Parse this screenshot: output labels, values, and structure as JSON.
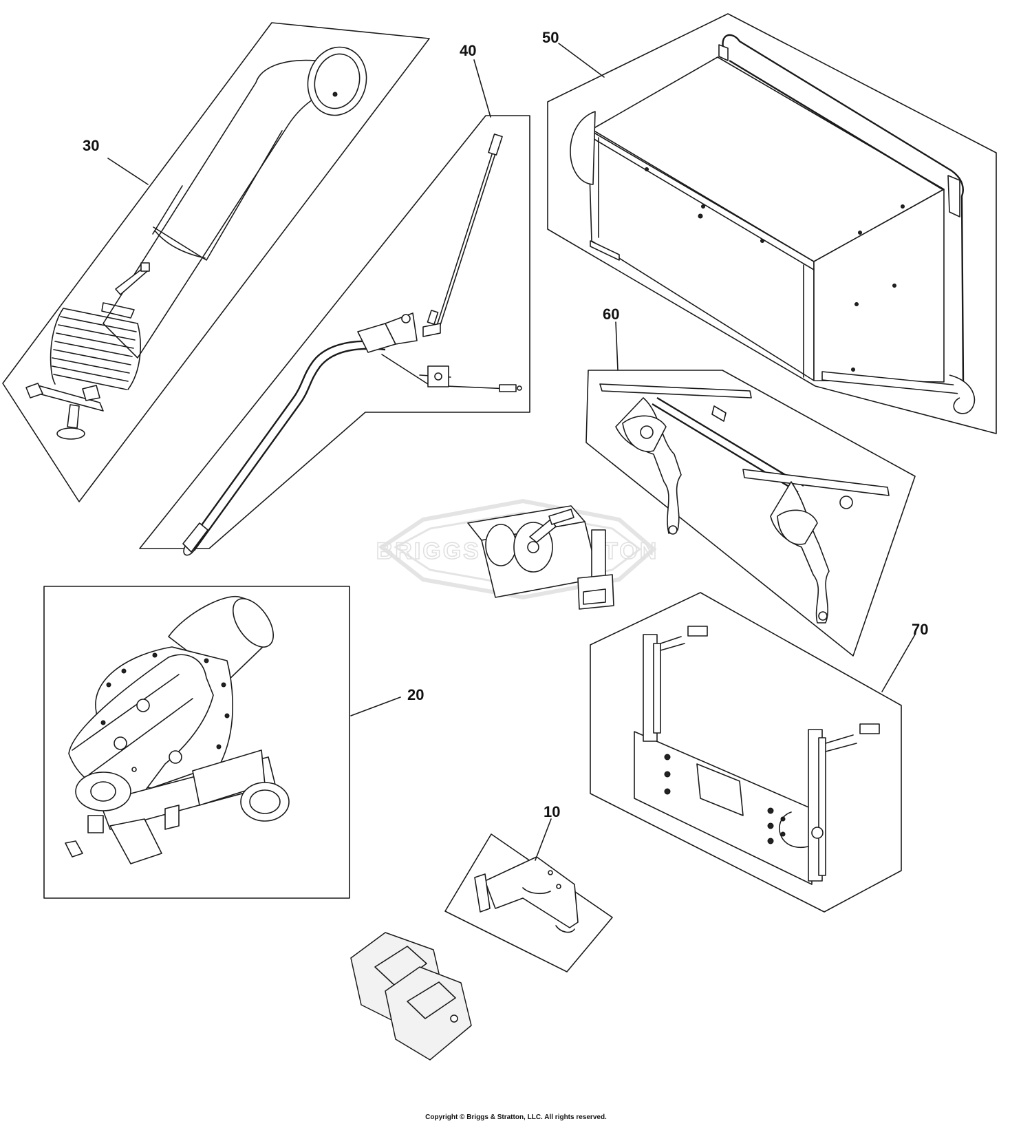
{
  "diagram": {
    "callouts": [
      {
        "id": "30",
        "label": "30"
      },
      {
        "id": "40",
        "label": "40"
      },
      {
        "id": "50",
        "label": "50"
      },
      {
        "id": "60",
        "label": "60"
      },
      {
        "id": "20",
        "label": "20"
      },
      {
        "id": "70",
        "label": "70"
      },
      {
        "id": "10",
        "label": "10"
      }
    ],
    "watermark": "BRIGGS & STRATTON",
    "copyright": "Copyright © Briggs & Stratton, LLC. All rights reserved."
  }
}
